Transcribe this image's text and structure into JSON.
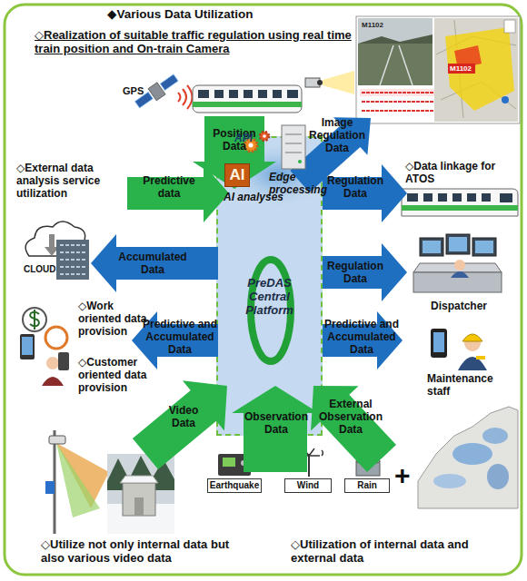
{
  "diagram": {
    "title": "◆Various Data Utilization",
    "nodes": [
      {
        "text": [
          "PreDAS Central Platform"
        ]
      },
      {
        "text": [
          "AI"
        ],
        "in": 0
      },
      {
        "text": [
          "Earthquake"
        ]
      },
      {
        "text": [
          "Wind"
        ]
      },
      {
        "text": [
          "Rain"
        ]
      }
    ],
    "labels": [
      "◇Realization of suitable traffic regulation using real time train position and On-train Camera",
      "M1102",
      "M1102",
      "GPS",
      "Position Data",
      "Image Regulation Data",
      "◇External data analysis service utilization",
      "Predictive data",
      "API",
      "Edge processing",
      "AI analyses",
      "Regulation Data",
      "◇Data linkage for ATOS",
      "CLOUD",
      "Accumulated Data",
      "Regulation Data",
      "Dispatcher",
      "◇Work oriented data provision",
      "◇Customer oriented data provision",
      "Predictive and Accumulated Data",
      "Predictive and Accumulated Data",
      "Maintenance staff",
      "Video Data",
      "Observation Data",
      "External Observation Data",
      "+",
      "◇Utilize not only internal data but also various video data",
      "◇Utilization of internal data and external data"
    ]
  }
}
